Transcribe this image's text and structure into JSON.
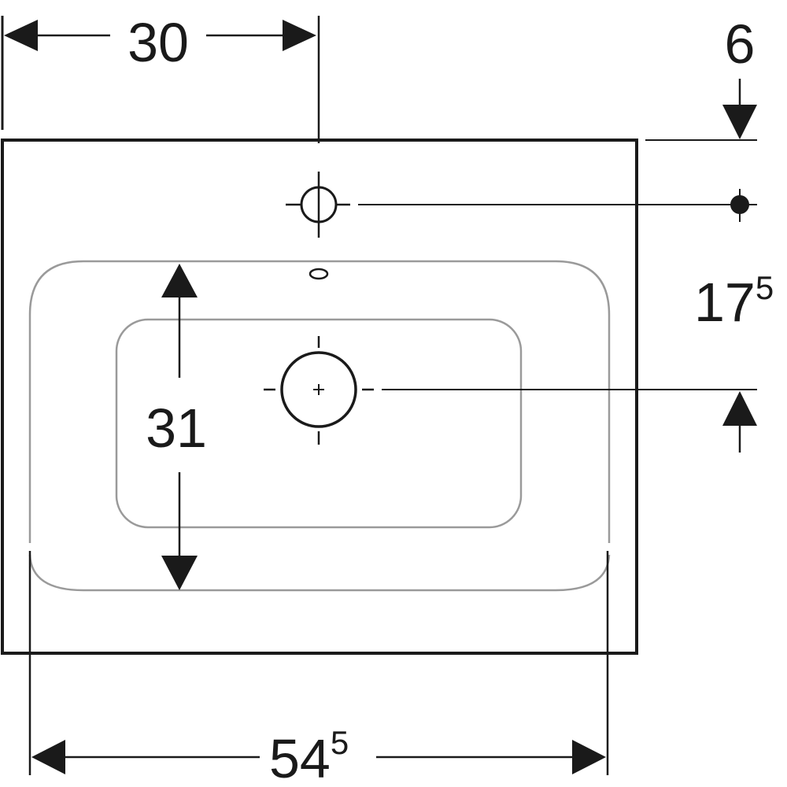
{
  "dimensions": {
    "top_offset": {
      "value": "30"
    },
    "right_top": {
      "value": "6"
    },
    "right_middle": {
      "value": "17",
      "superscript": "5"
    },
    "basin_depth": {
      "value": "31"
    },
    "bottom_width": {
      "value": "54",
      "superscript": "5"
    }
  },
  "colors": {
    "line": "#1a1a1a",
    "basin_line": "#9a9a9a",
    "background": "#ffffff"
  }
}
